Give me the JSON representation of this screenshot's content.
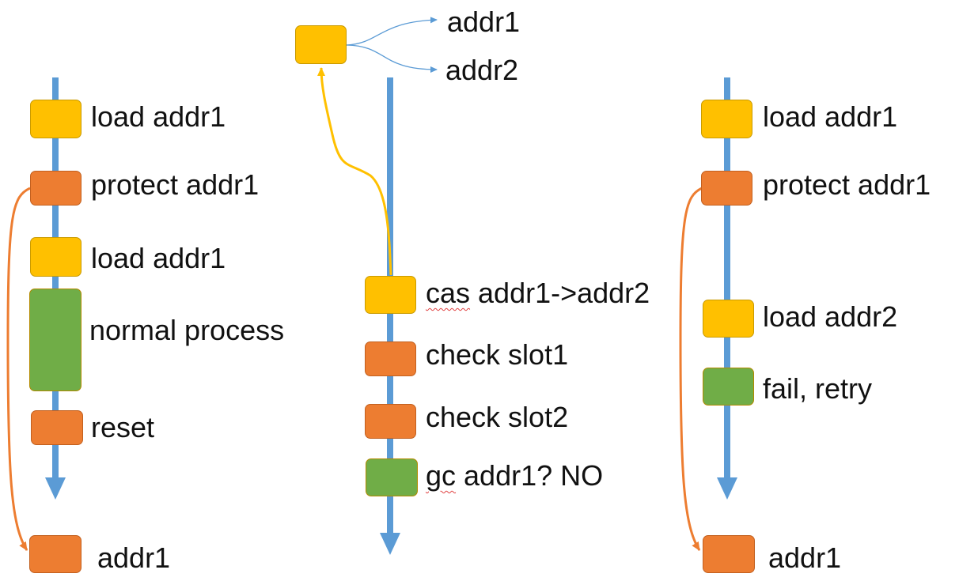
{
  "colors": {
    "timeline": "#5b9bd5",
    "load": "#ffc000",
    "protect": "#ed7d31",
    "process": "#70ad47",
    "pointer_arrow": "#ed7d31",
    "cas_arrow": "#ffc000",
    "fork_arrow": "#5b9bd5"
  },
  "top": {
    "targets": [
      "addr1",
      "addr2"
    ]
  },
  "left": {
    "steps": [
      "load addr1",
      "protect addr1",
      "load addr1",
      "normal process",
      "reset"
    ],
    "result": "addr1"
  },
  "middle": {
    "step_cas_a": "cas",
    "step_cas_b": " addr1->addr2",
    "step_check1": "check slot1",
    "step_check2": "check slot2",
    "step_gc_a": "gc",
    "step_gc_b": " addr1? NO"
  },
  "right": {
    "steps": [
      "load addr1",
      "protect addr1",
      "load addr2",
      "fail, retry"
    ],
    "result": "addr1"
  }
}
